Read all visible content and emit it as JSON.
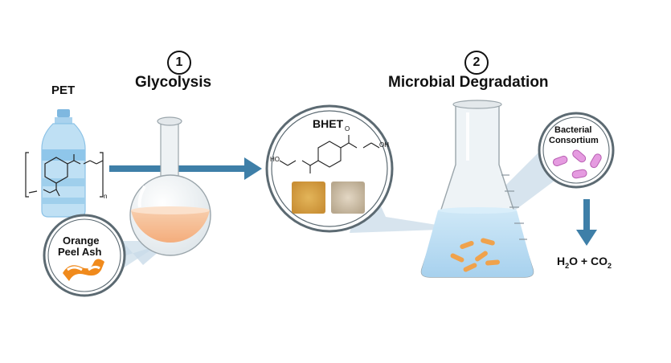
{
  "pet_label": "PET",
  "step1": {
    "number": "1",
    "title": "Glycolysis"
  },
  "step2": {
    "number": "2",
    "title": "Microbial Degradation"
  },
  "bhet_label": "BHET",
  "orange_label_line1": "Orange",
  "orange_label_line2": "Peel Ash",
  "bacterial_label_line1": "Bacterial",
  "bacterial_label_line2": "Consortium",
  "products": {
    "h2o": "H",
    "sub2a": "2",
    "o_plus": "O + CO",
    "sub2b": "2"
  },
  "colors": {
    "arrow": "#3e7fa8",
    "flask_liquid": "#f4b98c",
    "erlenmeyer_liquid": "#b9dcf2",
    "bottle": "#a9d2ee",
    "bacteria": "#e59be0",
    "microbe_rods": "#f0a24c",
    "zoom_cone": "#c9dbe8"
  },
  "molecule_labels": {
    "o": "O",
    "ho": "HO",
    "oh": "OH",
    "n": "n"
  }
}
